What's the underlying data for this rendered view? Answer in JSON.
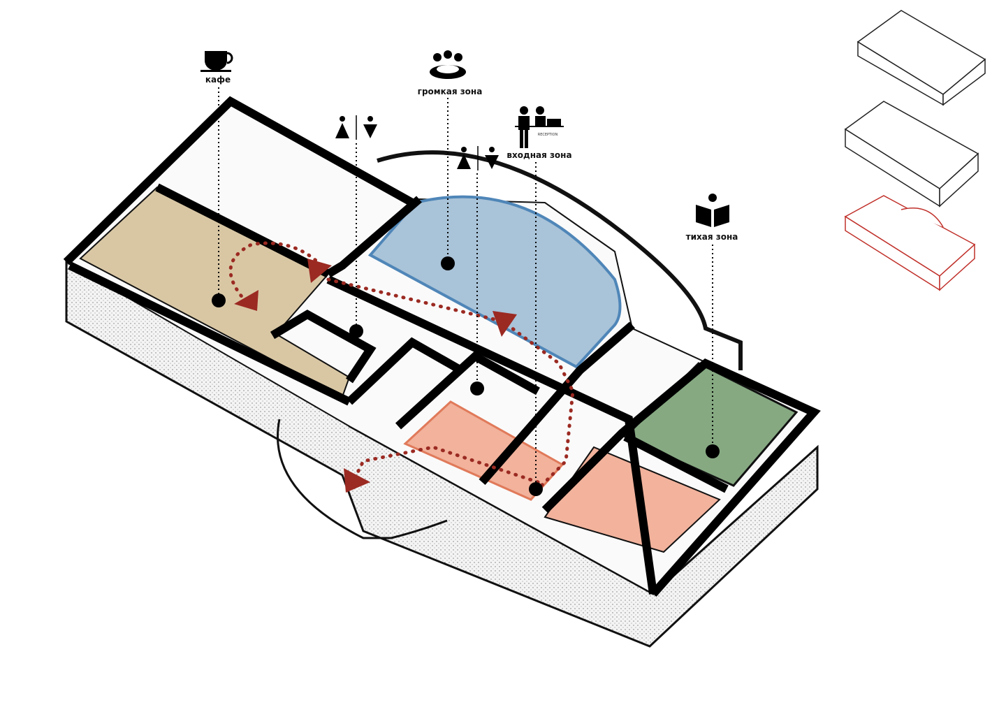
{
  "diagram": {
    "zones": [
      {
        "id": "cafe",
        "label": "кафе",
        "icon": "coffee-cup-icon",
        "color": "#d9c7a4"
      },
      {
        "id": "loud",
        "label": "громкая зона",
        "icon": "meeting-group-icon",
        "color": "#a9c3d8"
      },
      {
        "id": "entrance",
        "label": "входная зона",
        "icon": "reception-desk-icon",
        "sublabel": "RECEPTION",
        "color": "#f2b29c"
      },
      {
        "id": "quiet",
        "label": "тихая зона",
        "icon": "open-book-icon",
        "color": "#86a982"
      }
    ],
    "restroom_icons": [
      "restroom-icon",
      "restroom-icon"
    ],
    "path_color": "#9b2a22",
    "thumbnail_highlight_color": "#c0302a"
  }
}
